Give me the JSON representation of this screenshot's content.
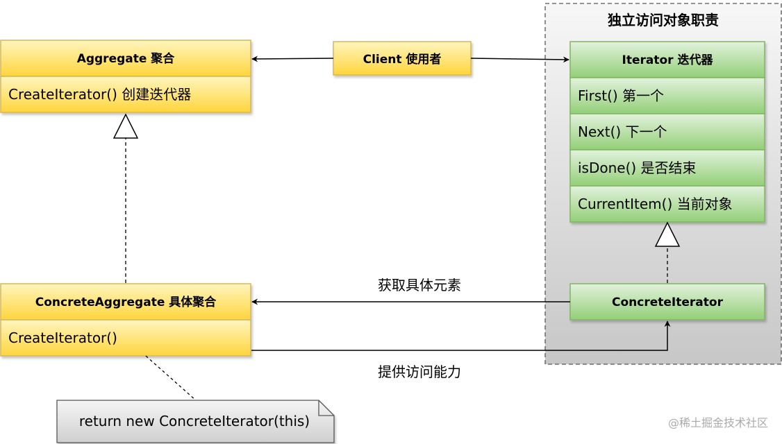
{
  "diagram": {
    "group_title": "独立访问对象职责",
    "aggregate": {
      "title": "Aggregate 聚合",
      "methods": [
        "CreateIterator()  创建迭代器"
      ]
    },
    "client": {
      "title": "Client 使用者"
    },
    "iterator": {
      "title": "Iterator 迭代器",
      "methods": [
        "First() 第一个",
        "Next() 下一个",
        "isDone() 是否结束",
        "CurrentItem() 当前对象"
      ]
    },
    "concrete_aggregate": {
      "title": "ConcreteAggregate  具体聚合",
      "methods": [
        "CreateIterator()"
      ]
    },
    "concrete_iterator": {
      "title": "ConcreteIterator"
    },
    "edges": {
      "get_elements": "获取具体元素",
      "provide_access": "提供访问能力"
    },
    "note": {
      "text": "return new ConcreteIterator(this)"
    },
    "watermark": "@稀土掘金技术社区"
  },
  "colors": {
    "yellow_fill": "#fff2a8",
    "yellow_stroke": "#d6b656",
    "green_fill": "#d5e8d4",
    "green_stroke": "#82b366",
    "group_fill": "#e0e0e0",
    "note_fill": "#e6e6e6"
  }
}
